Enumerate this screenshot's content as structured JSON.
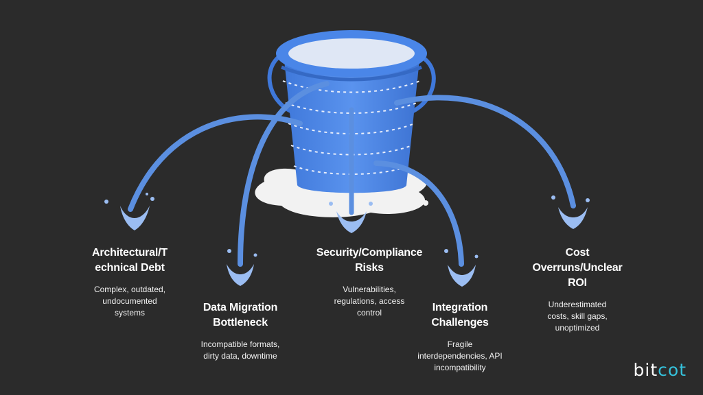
{
  "items": [
    {
      "title": "Architectural/T echnical Debt",
      "desc": "Complex, outdated, undocumented systems"
    },
    {
      "title": "Data Migration Bottleneck",
      "desc": "Incompatible formats, dirty data, downtime"
    },
    {
      "title": "Security/Compliance Risks",
      "desc": "Vulnerabilities, regulations, access control"
    },
    {
      "title": "Integration Challenges",
      "desc": "Fragile interdependencies, API incompatibility"
    },
    {
      "title": "Cost Overruns/Unclear ROI",
      "desc": "Underestimated costs, skill gaps, unoptimized"
    }
  ],
  "brand": {
    "part1": "bit",
    "part2": "cot"
  },
  "colors": {
    "background": "#2b2b2b",
    "bucket": "#4a86e8",
    "water": "#dfe7f5",
    "stream": "#5b8fe0",
    "accent": "#35c2dc"
  }
}
